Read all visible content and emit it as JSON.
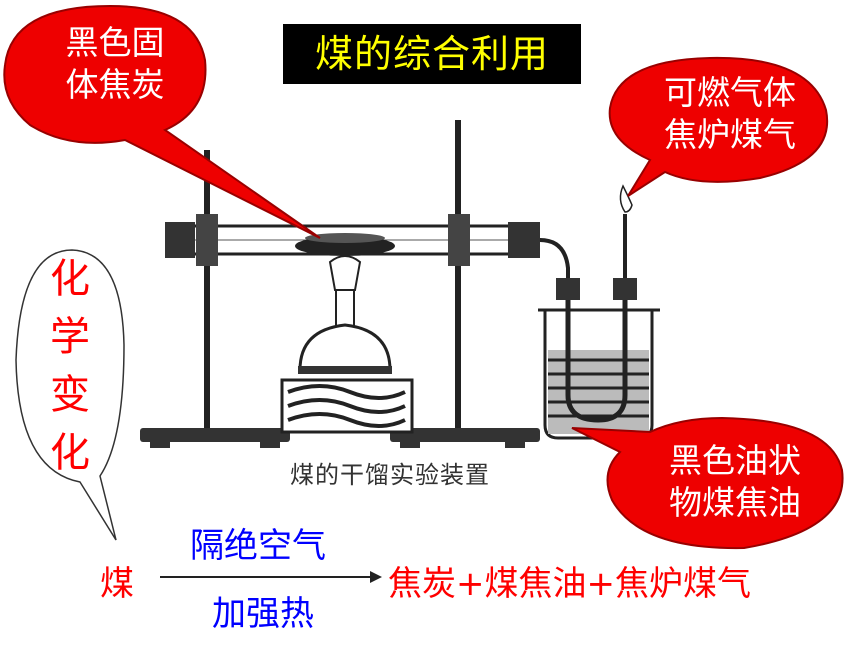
{
  "title": "煤的综合利用",
  "apparatus_caption": "煤的干馏实验装置",
  "callouts": {
    "solid": [
      "黑色固",
      "体焦炭"
    ],
    "gas": [
      "可燃气体",
      "焦炉煤气"
    ],
    "oil": [
      "黑色油状",
      "物煤焦油"
    ]
  },
  "change_chars": [
    "化",
    "学",
    "变",
    "化"
  ],
  "equation": {
    "reactant": "煤",
    "condition_top": "隔绝空气",
    "condition_bottom": "加强热",
    "products": "焦炭+煤焦油+焦炉煤气"
  },
  "colors": {
    "callout_fill": "#ee0000",
    "title_bg": "#000000",
    "title_text": "#ffff00",
    "red_text": "#ff0000",
    "blue_text": "#0000ff"
  }
}
